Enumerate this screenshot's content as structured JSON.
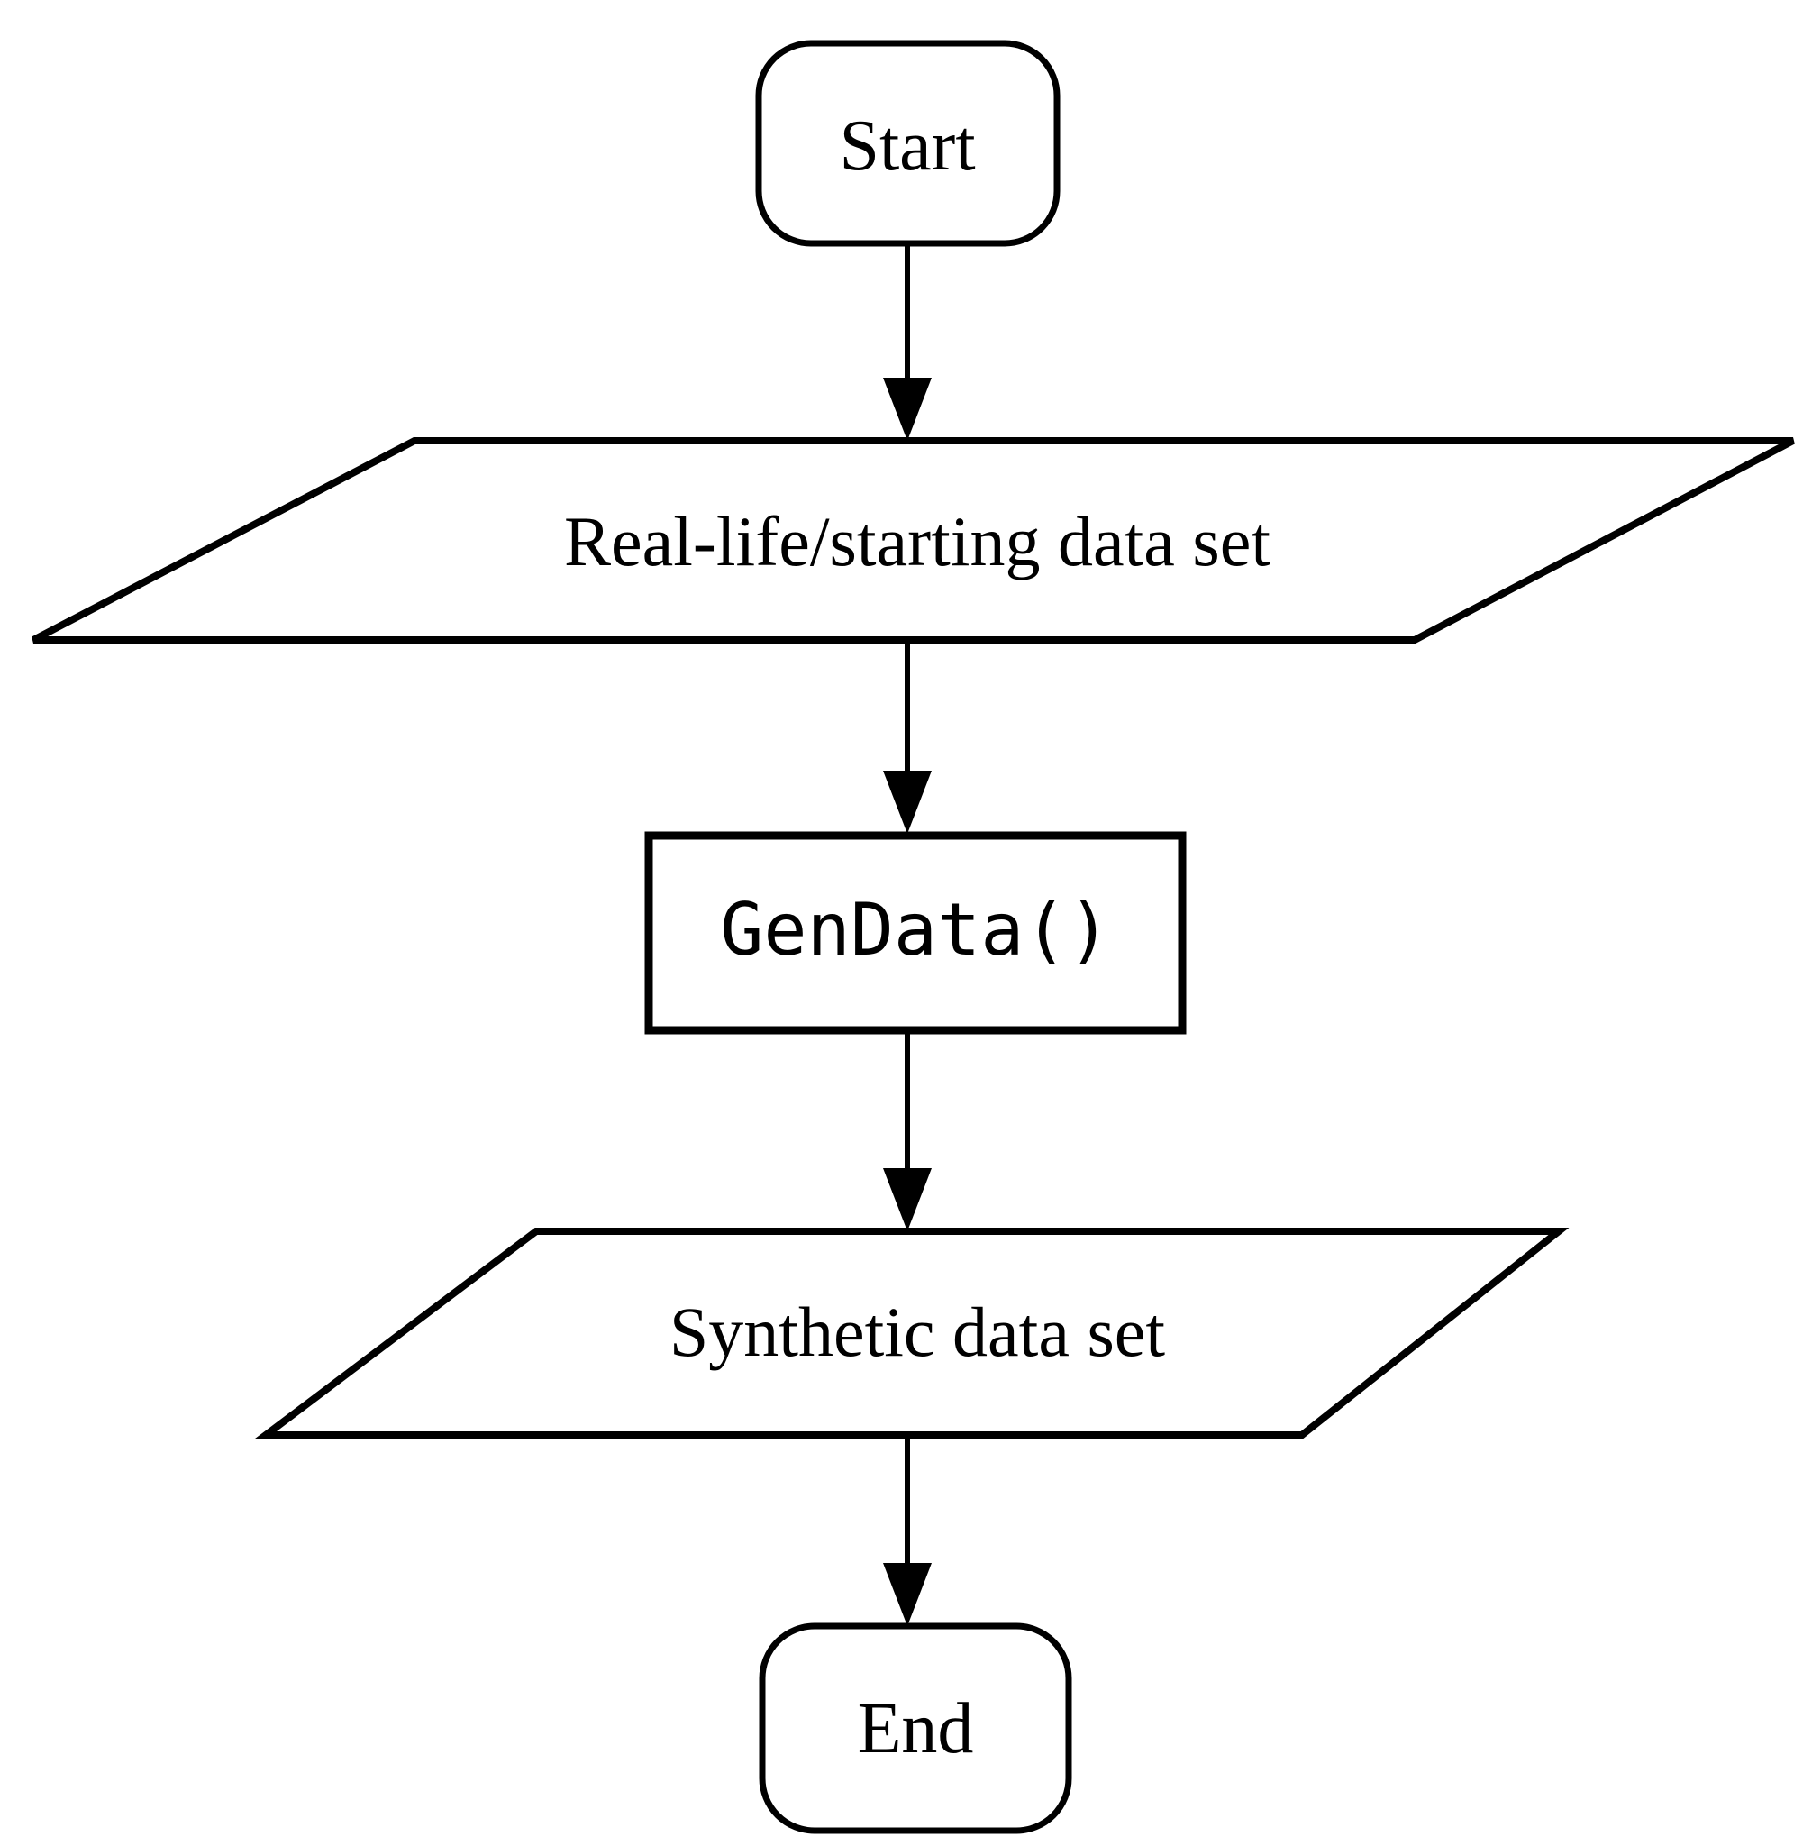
{
  "diagram": {
    "type": "flowchart",
    "direction": "top-down",
    "colors": {
      "stroke": "#000000",
      "shape_fill": "#ffffff",
      "text": "#000000",
      "background": "#ffffff"
    },
    "nodes": [
      {
        "id": "start",
        "shape": "terminator",
        "label": "Start"
      },
      {
        "id": "input-dataset",
        "shape": "parallelogram-io",
        "label": "Real-life/starting data set"
      },
      {
        "id": "gendata-process",
        "shape": "process-rect",
        "label": "GenData()"
      },
      {
        "id": "output-dataset",
        "shape": "parallelogram-io",
        "label": "Synthetic data set"
      },
      {
        "id": "end",
        "shape": "terminator",
        "label": "End"
      }
    ],
    "edges": [
      {
        "from": "start",
        "to": "input-dataset"
      },
      {
        "from": "input-dataset",
        "to": "gendata-process"
      },
      {
        "from": "gendata-process",
        "to": "output-dataset"
      },
      {
        "from": "output-dataset",
        "to": "end"
      }
    ]
  }
}
